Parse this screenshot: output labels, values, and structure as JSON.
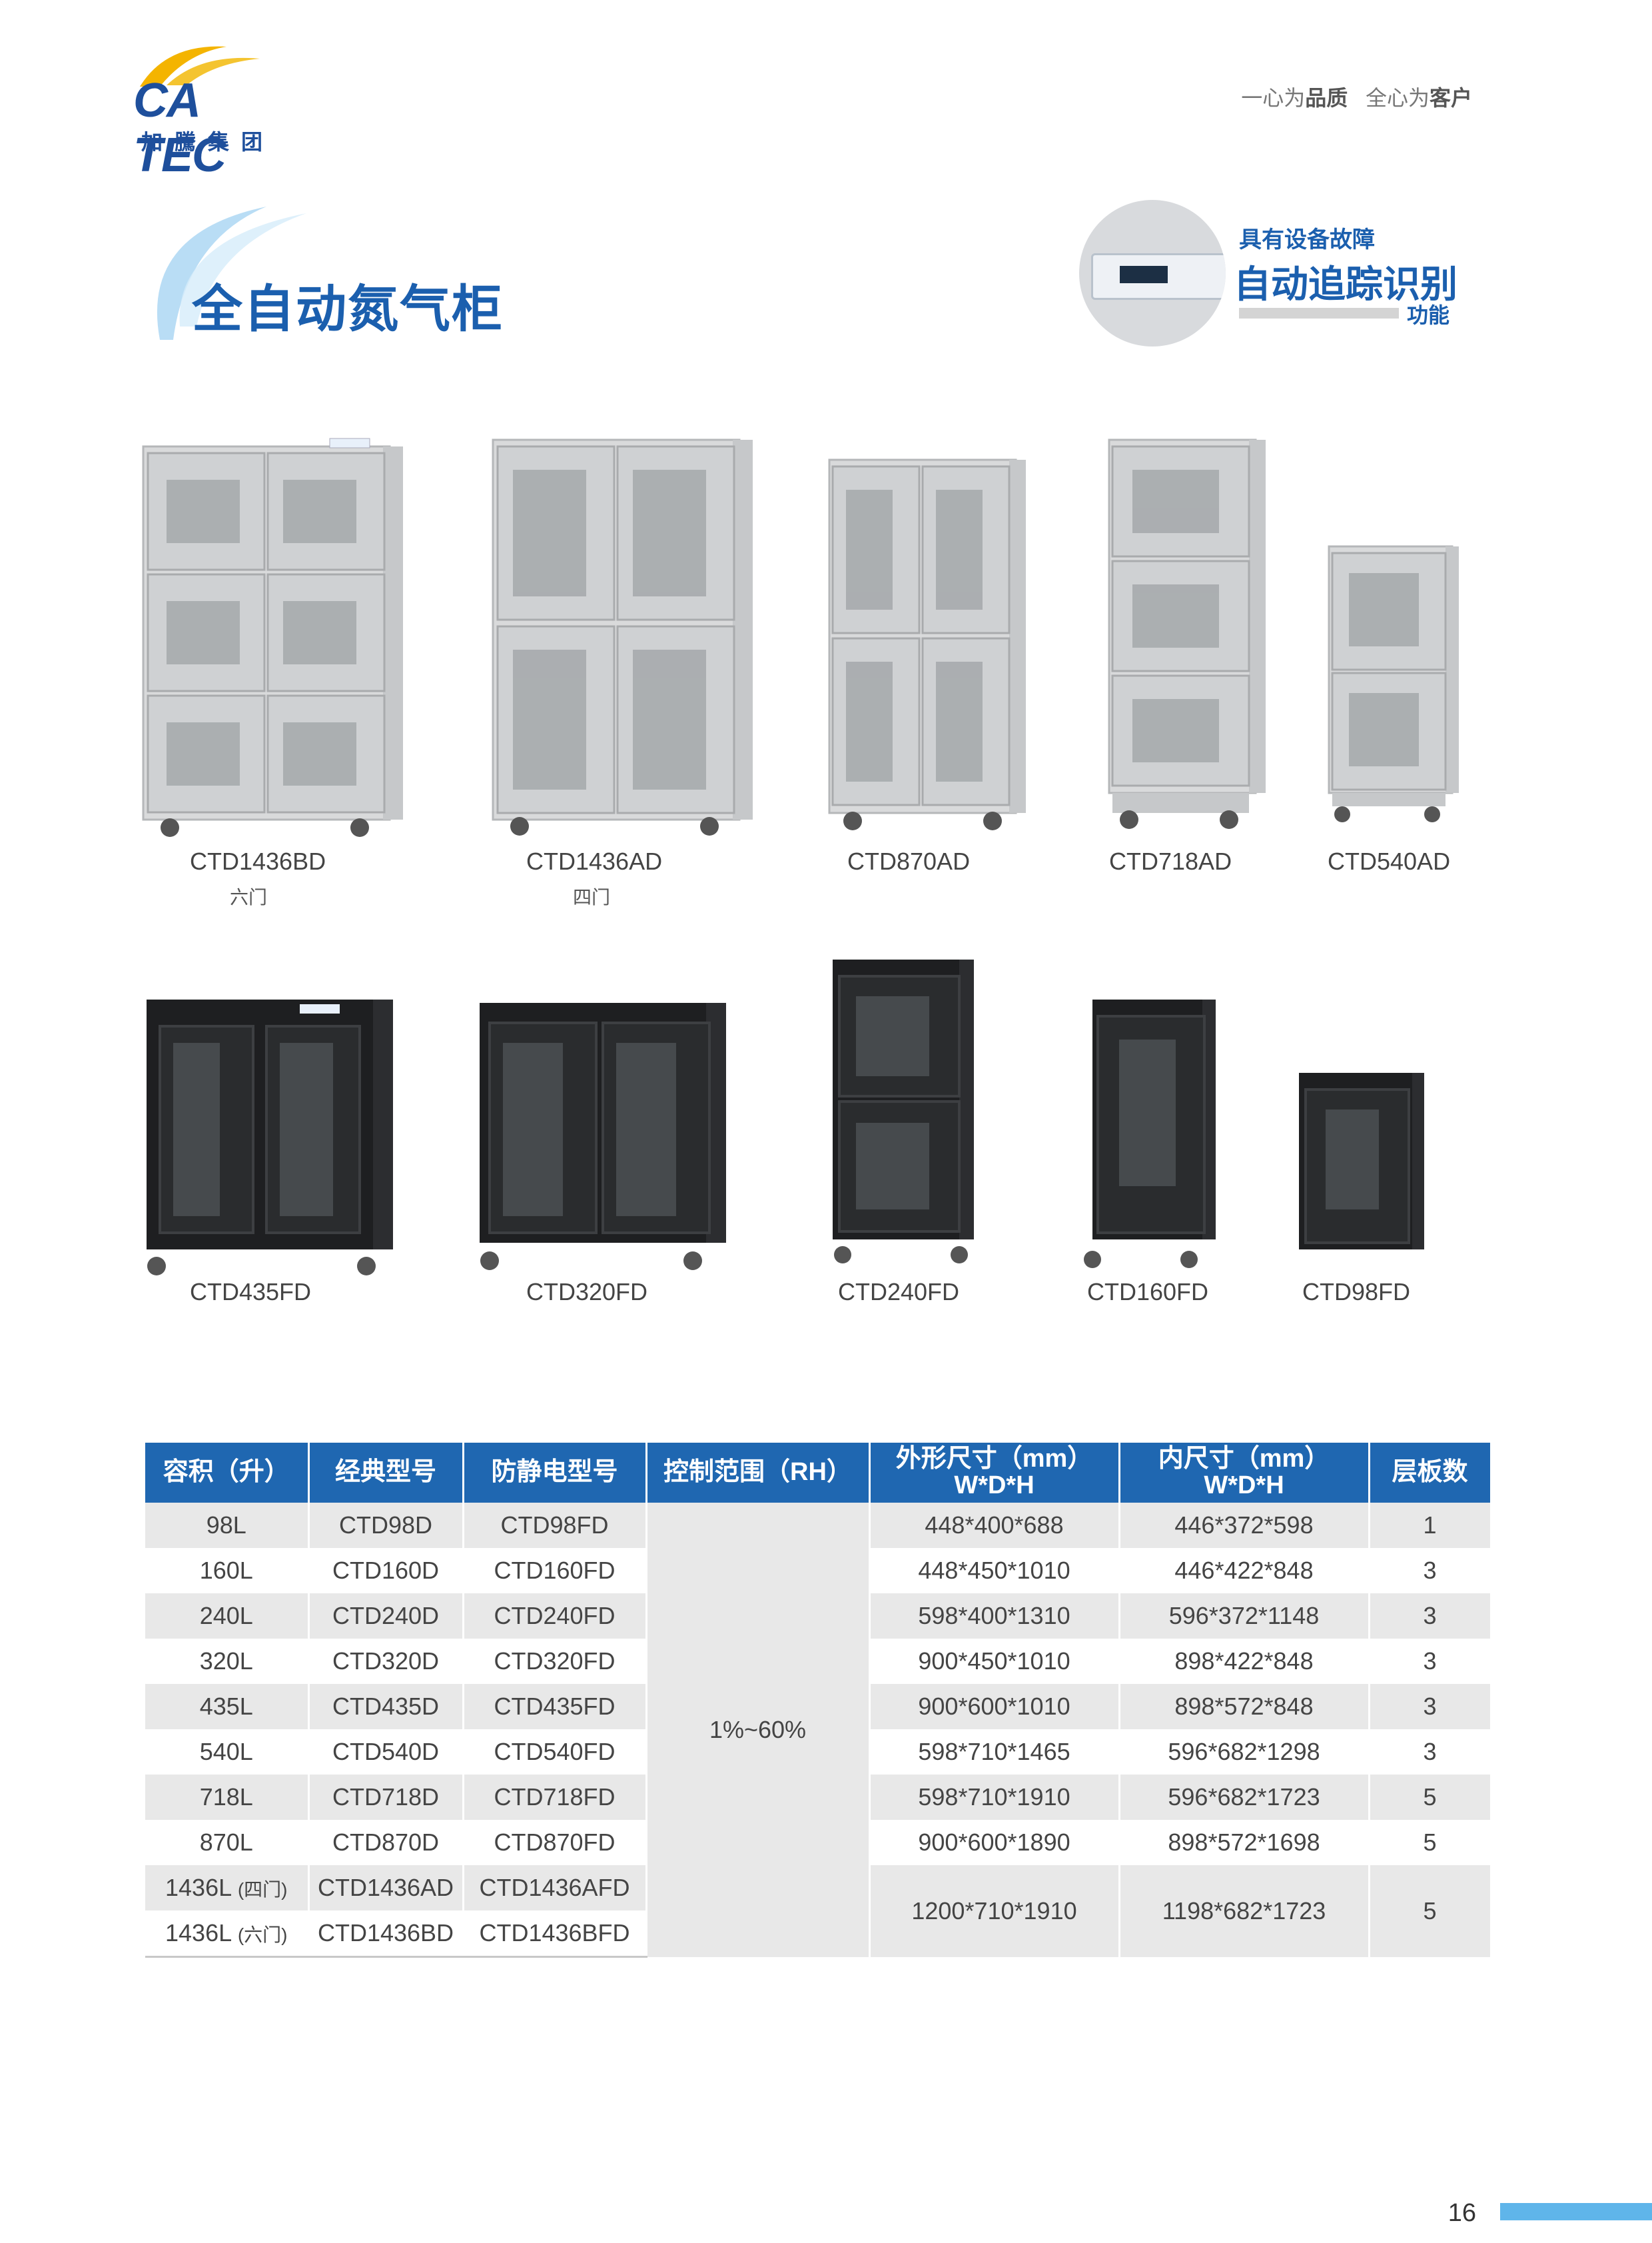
{
  "header": {
    "logo_text": "CA TEC",
    "logo_sub": "加騰集团",
    "slogan_part1_light": "一心为",
    "slogan_part1_bold": "品质",
    "slogan_part2_light": "全心为",
    "slogan_part2_bold": "客户"
  },
  "title": "全自动氮气柜",
  "badge": {
    "line1": "具有设备故障",
    "line2": "自动追踪识别",
    "line3": "功能"
  },
  "products_row1": [
    {
      "model": "CTD1436BD",
      "note": "六门",
      "color": "gray",
      "doors": 6,
      "sections": 3,
      "double": true
    },
    {
      "model": "CTD1436AD",
      "note": "四门",
      "color": "gray",
      "doors": 4,
      "sections": 2,
      "double": true
    },
    {
      "model": "CTD870AD",
      "note": "",
      "color": "gray",
      "doors": 4,
      "sections": 2,
      "double": true
    },
    {
      "model": "CTD718AD",
      "note": "",
      "color": "gray",
      "doors": 3,
      "sections": 3,
      "double": false
    },
    {
      "model": "CTD540AD",
      "note": "",
      "color": "gray",
      "doors": 2,
      "sections": 2,
      "double": false
    }
  ],
  "products_row2": [
    {
      "model": "CTD435FD",
      "color": "black",
      "sections": 1,
      "double": true
    },
    {
      "model": "CTD320FD",
      "color": "black",
      "sections": 1,
      "double": true
    },
    {
      "model": "CTD240FD",
      "color": "black",
      "sections": 2,
      "double": false
    },
    {
      "model": "CTD160FD",
      "color": "black",
      "sections": 1,
      "double": false
    },
    {
      "model": "CTD98FD",
      "color": "black",
      "sections": 1,
      "double": false
    }
  ],
  "table": {
    "headers": {
      "capacity": "容积（升）",
      "classic": "经典型号",
      "antistatic": "防静电型号",
      "range": "控制范围（RH）",
      "outer_line1": "外形尺寸（mm）",
      "outer_line2": "W*D*H",
      "inner_line1": "内尺寸（mm）",
      "inner_line2": "W*D*H",
      "shelves": "层板数"
    },
    "range_value": "1%~60%",
    "rows": [
      {
        "capacity": "98L",
        "note": "",
        "classic": "CTD98D",
        "antistatic": "CTD98FD",
        "outer": "448*400*688",
        "inner": "446*372*598",
        "shelves": "1"
      },
      {
        "capacity": "160L",
        "note": "",
        "classic": "CTD160D",
        "antistatic": "CTD160FD",
        "outer": "448*450*1010",
        "inner": "446*422*848",
        "shelves": "3"
      },
      {
        "capacity": "240L",
        "note": "",
        "classic": "CTD240D",
        "antistatic": "CTD240FD",
        "outer": "598*400*1310",
        "inner": "596*372*1148",
        "shelves": "3"
      },
      {
        "capacity": "320L",
        "note": "",
        "classic": "CTD320D",
        "antistatic": "CTD320FD",
        "outer": "900*450*1010",
        "inner": "898*422*848",
        "shelves": "3"
      },
      {
        "capacity": "435L",
        "note": "",
        "classic": "CTD435D",
        "antistatic": "CTD435FD",
        "outer": "900*600*1010",
        "inner": "898*572*848",
        "shelves": "3"
      },
      {
        "capacity": "540L",
        "note": "",
        "classic": "CTD540D",
        "antistatic": "CTD540FD",
        "outer": "598*710*1465",
        "inner": "596*682*1298",
        "shelves": "3"
      },
      {
        "capacity": "718L",
        "note": "",
        "classic": "CTD718D",
        "antistatic": "CTD718FD",
        "outer": "598*710*1910",
        "inner": "596*682*1723",
        "shelves": "5"
      },
      {
        "capacity": "870L",
        "note": "",
        "classic": "CTD870D",
        "antistatic": "CTD870FD",
        "outer": "900*600*1890",
        "inner": "898*572*1698",
        "shelves": "5"
      },
      {
        "capacity": "1436L",
        "note": "(四门)",
        "classic": "CTD1436AD",
        "antistatic": "CTD1436AFD",
        "outer": "1200*710*1910",
        "inner": "1198*682*1723",
        "shelves": "5"
      },
      {
        "capacity": "1436L",
        "note": "(六门)",
        "classic": "CTD1436BD",
        "antistatic": "CTD1436BFD",
        "outer": "",
        "inner": "",
        "shelves": ""
      }
    ]
  },
  "footer": {
    "page_number": "16",
    "colors": {
      "accent": "#5fb5ea",
      "brand": "#1f67b1",
      "title": "#1b5fae"
    }
  }
}
